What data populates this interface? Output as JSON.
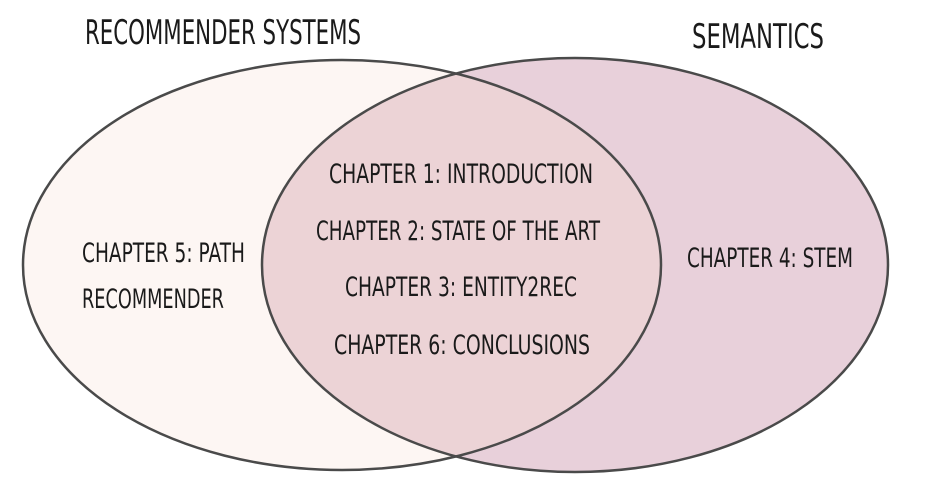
{
  "sets": {
    "left": {
      "title": "RECOMMENDER SYSTEMS",
      "fill": "#fdf6f3"
    },
    "right": {
      "title": "SEMANTICS",
      "fill": "#e8d0da"
    }
  },
  "overlap": {
    "fill": "#ecd3d6",
    "items": [
      "CHAPTER 1: INTRODUCTION",
      "CHAPTER 2: STATE OF THE ART",
      "CHAPTER 3: ENTITY2REC",
      "CHAPTER 6: CONCLUSIONS"
    ]
  },
  "left_only": {
    "lines": [
      "CHAPTER 5: PATH",
      "RECOMMENDER"
    ]
  },
  "right_only": {
    "items": [
      "CHAPTER 4: STEM"
    ]
  },
  "colors": {
    "outline": "#4a4a4a",
    "text": "#1a1a1a"
  }
}
